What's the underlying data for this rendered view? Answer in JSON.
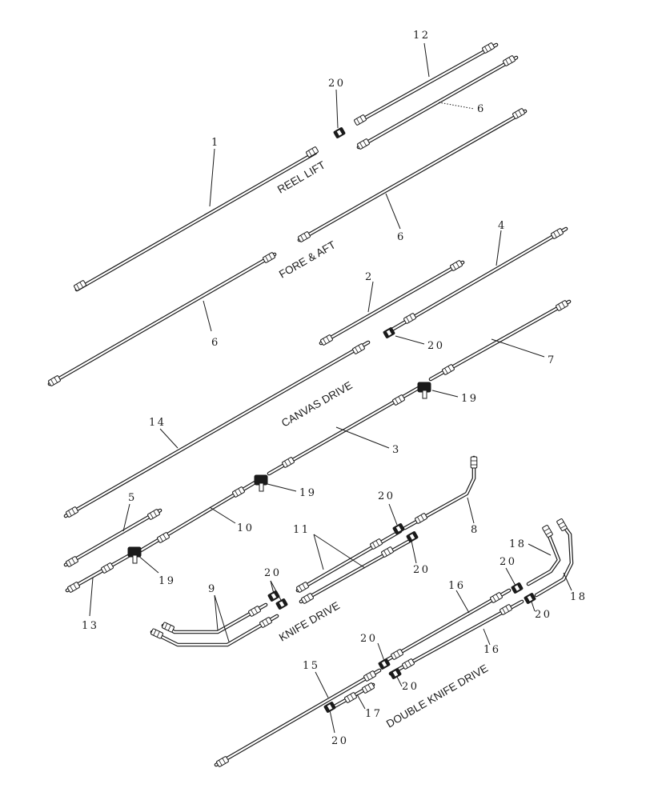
{
  "labels": {
    "reel_lift": "REEL LIFT",
    "fore_aft": "FORE & AFT",
    "canvas_drive": "CANVAS DRIVE",
    "knife_drive": "KNIFE DRIVE",
    "double_knife_drive": "DOUBLE KNIFE DRIVE"
  },
  "callouts": {
    "c1": "1",
    "c2": "2",
    "c3": "3",
    "c4": "4",
    "c5": "5",
    "c6a": "6",
    "c6b": "6",
    "c6c": "6",
    "c7": "7",
    "c8": "8",
    "c9": "9",
    "c10": "10",
    "c11": "11",
    "c12": "12",
    "c13": "13",
    "c14": "14",
    "c15": "15",
    "c16a": "16",
    "c16b": "16",
    "c17": "17",
    "c18a": "18",
    "c18b": "18",
    "c19a": "19",
    "c19b": "19",
    "c19c": "19",
    "c20a": "20",
    "c20b": "20",
    "c20c": "20",
    "c20d": "20",
    "c20e": "20",
    "c20f": "20",
    "c20g": "20",
    "c20h": "20",
    "c20i": "20",
    "c20j": "20"
  }
}
